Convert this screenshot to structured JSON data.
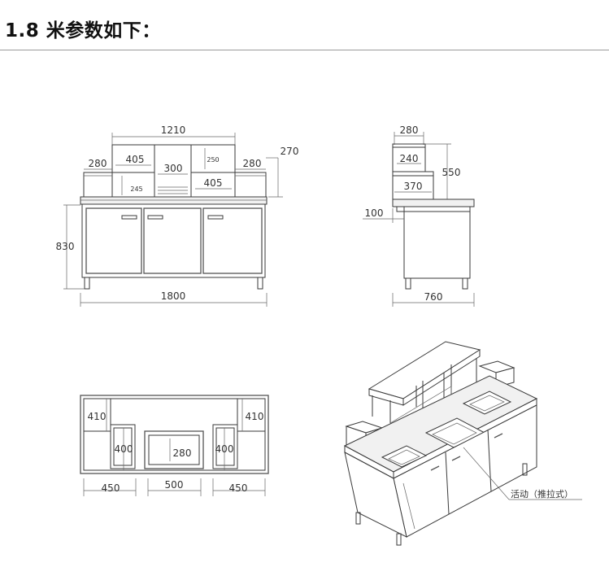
{
  "header": {
    "title": "1.8 米参数如下："
  },
  "front_view": {
    "top_width": "1210",
    "left_shelf": "280",
    "right_shelf": "280",
    "shelf_height": "270",
    "upper_box_width": "405",
    "upper_box_height": "250",
    "middle_width": "300",
    "lower_box_width": "405",
    "lower_box_height": "245",
    "total_height": "830",
    "total_width": "1800"
  },
  "side_view": {
    "top_depth": "280",
    "upper_depth": "240",
    "lower_depth": "370",
    "shelf_height": "550",
    "overhang": "100",
    "total_depth": "760"
  },
  "top_view": {
    "left_depth": "410",
    "right_depth": "410",
    "left_sink_height": "400",
    "right_sink_height": "400",
    "center_sink_depth": "280",
    "left_width": "450",
    "center_width": "500",
    "right_width": "450"
  },
  "iso_view": {
    "callout": "活动（推拉式）"
  }
}
